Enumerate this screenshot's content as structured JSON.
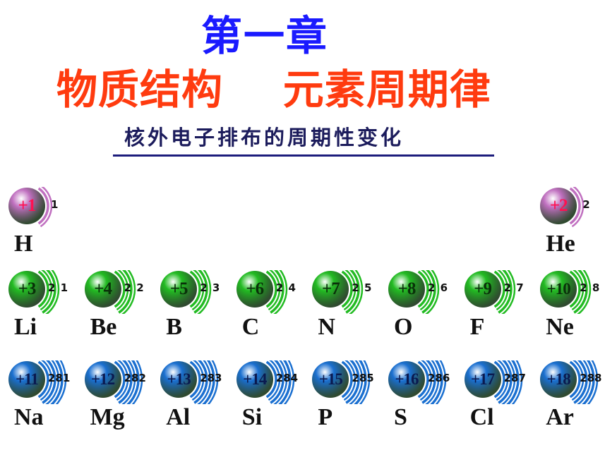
{
  "chapter": "第一章",
  "main_title": "物质结构    元素周期律",
  "subtitle": "核外电子排布的周期性变化",
  "colors": {
    "row1": "#c070c0",
    "row2": "#22bb22",
    "row3": "#1a6fd0",
    "title_blue": "#1a1aff",
    "title_red": "#ff3b0f"
  },
  "rows": [
    [
      {
        "symbol": "H",
        "charge": "+1",
        "shells": "1",
        "col": 0
      },
      {
        "symbol": "He",
        "charge": "+2",
        "shells": "2",
        "col": 7
      }
    ],
    [
      {
        "symbol": "Li",
        "charge": "+3",
        "shells": "21",
        "col": 0
      },
      {
        "symbol": "Be",
        "charge": "+4",
        "shells": "22",
        "col": 1
      },
      {
        "symbol": "B",
        "charge": "+5",
        "shells": "23",
        "col": 2
      },
      {
        "symbol": "C",
        "charge": "+6",
        "shells": "24",
        "col": 3
      },
      {
        "symbol": "N",
        "charge": "+7",
        "shells": "25",
        "col": 4
      },
      {
        "symbol": "O",
        "charge": "+8",
        "shells": "26",
        "col": 5
      },
      {
        "symbol": "F",
        "charge": "+9",
        "shells": "27",
        "col": 6
      },
      {
        "symbol": "Ne",
        "charge": "+10",
        "shells": "28",
        "col": 7
      }
    ],
    [
      {
        "symbol": "Na",
        "charge": "+11",
        "shells": "281",
        "col": 0
      },
      {
        "symbol": "Mg",
        "charge": "+12",
        "shells": "282",
        "col": 1
      },
      {
        "symbol": "Al",
        "charge": "+13",
        "shells": "283",
        "col": 2
      },
      {
        "symbol": "Si",
        "charge": "+14",
        "shells": "284",
        "col": 3
      },
      {
        "symbol": "P",
        "charge": "+15",
        "shells": "285",
        "col": 4
      },
      {
        "symbol": "S",
        "charge": "+16",
        "shells": "286",
        "col": 5
      },
      {
        "symbol": "Cl",
        "charge": "+17",
        "shells": "287",
        "col": 6
      },
      {
        "symbol": "Ar",
        "charge": "+18",
        "shells": "288",
        "col": 7
      }
    ]
  ]
}
